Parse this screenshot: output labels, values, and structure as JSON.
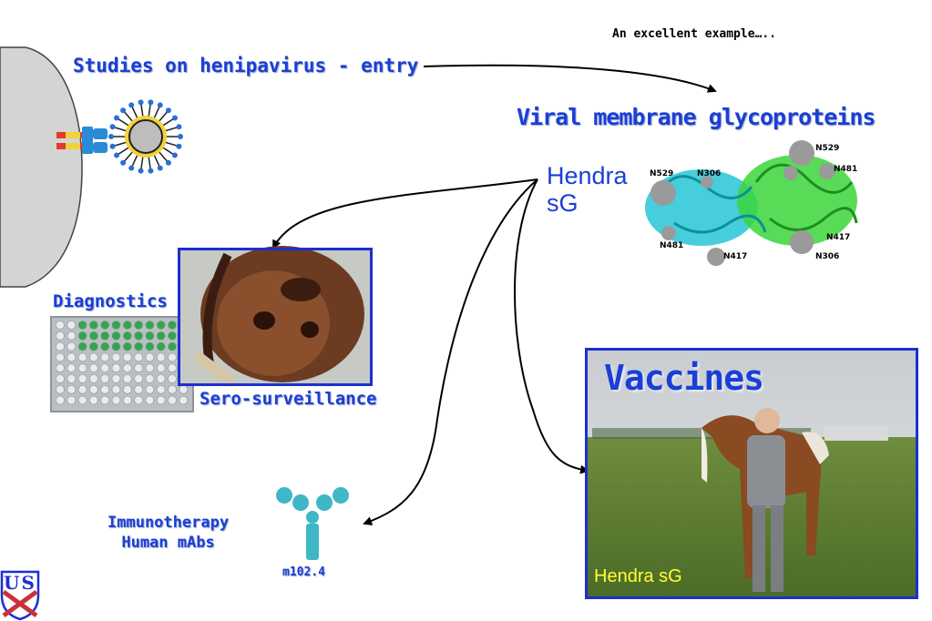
{
  "header_note": "An excellent example…..",
  "labels": {
    "entry": "Studies on henipavirus - entry",
    "glycoproteins": "Viral membrane glycoproteins",
    "hendra_sg": "Hendra\nsG",
    "diagnostics": "Diagnostics",
    "sero": "Sero-surveillance",
    "immunotherapy": "Immunotherapy\nHuman mAbs",
    "mab_name": "m102.4",
    "vaccines": "Vaccines",
    "vaccine_caption": "Hendra sG"
  },
  "structure_labels": [
    "N529",
    "N306",
    "N529",
    "N481",
    "N481",
    "N417",
    "N417",
    "N306"
  ],
  "logo_text": "US",
  "colors": {
    "accent_blue": "#1a3fd6",
    "frame_blue": "#1b2fd0",
    "caption_yellow": "#ffff33",
    "cell_gray": "#d4d4d4",
    "protein_cyan": "#26c6d6",
    "protein_green": "#3bd63b",
    "glycan_gray": "#9a9a9a"
  }
}
